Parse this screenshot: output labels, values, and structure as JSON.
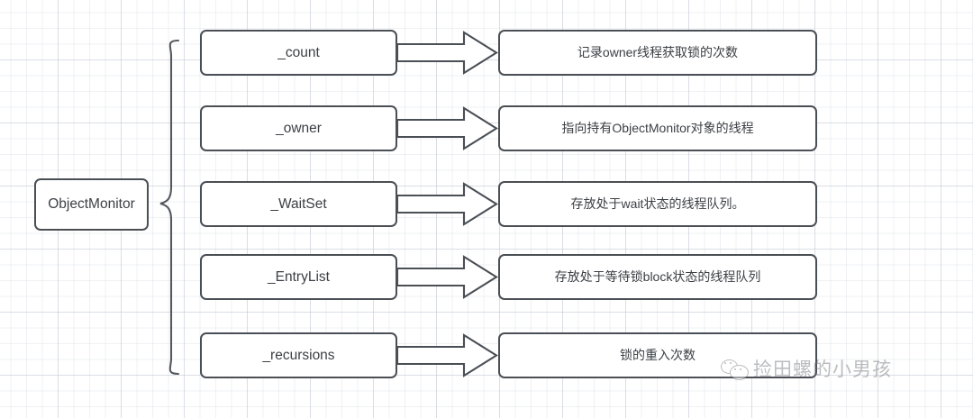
{
  "diagram": {
    "root": {
      "label": "ObjectMonitor"
    },
    "brace": {
      "icon": "curly-brace"
    },
    "rows": [
      {
        "field": "_count",
        "description": "记录owner线程获取锁的次数",
        "arrow": "block-arrow-right"
      },
      {
        "field": "_owner",
        "description": "指向持有ObjectMonitor对象的线程",
        "arrow": "block-arrow-right"
      },
      {
        "field": "_WaitSet",
        "description": "存放处于wait状态的线程队列。",
        "arrow": "block-arrow-right"
      },
      {
        "field": "_EntryList",
        "description": "存放处于等待锁block状态的线程队列",
        "arrow": "block-arrow-right"
      },
      {
        "field": "_recursions",
        "description": "锁的重入次数",
        "arrow": "block-arrow-right"
      }
    ]
  },
  "watermark": {
    "text": "捡田螺的小男孩",
    "logo": "wechat-logo"
  },
  "colors": {
    "stroke": "#4a4f55",
    "text": "#3c4045",
    "background": "#ffffff",
    "grid_minor": "#d7dce3",
    "grid_major": "#c8ced6",
    "watermark": "#6b6f74"
  }
}
